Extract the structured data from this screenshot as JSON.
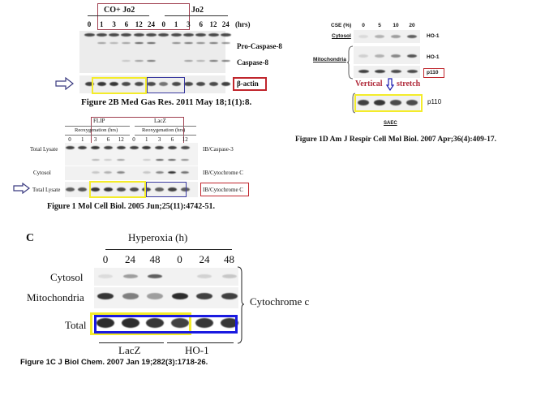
{
  "fig2b": {
    "group1": "CO+ Jo2",
    "group2": "Jo2",
    "times": [
      "0",
      "1",
      "3",
      "6",
      "12",
      "24",
      "0",
      "1",
      "3",
      "6",
      "12",
      "24"
    ],
    "unit": "(hrs)",
    "rows": [
      "Pro-Caspase-8",
      "Caspase-8"
    ],
    "loading": "β-actin",
    "caption": "Figure 2B Med Gas Res. 2011 May 18;1(1):8."
  },
  "fig1mcb": {
    "group1": "FLIP",
    "group2": "LacZ",
    "sub": "Reoxygenation (hrs)",
    "times": [
      "0",
      "1",
      "3",
      "6",
      "12",
      "0",
      "1",
      "3",
      "6",
      "12"
    ],
    "left_rows": [
      "Total Lysate",
      "Cytosol",
      "Total Lysate"
    ],
    "right_rows": [
      "IB/Caspase-3",
      "IB/Cytochrome C",
      "IB/Cytochrome C"
    ],
    "caption": "Figure 1 Mol Cell Biol. 2005 Jun;25(11):4742-51."
  },
  "fig1d": {
    "header": "CSE (%)",
    "doses": [
      "0",
      "5",
      "10",
      "20"
    ],
    "cytosol": "Cytosol",
    "mito": "Mitochondria",
    "rows": [
      "HO-1",
      "HO-1",
      "p110"
    ],
    "annot1": "Vertical",
    "annot2": "stretch",
    "stretched": "p110",
    "cell": "SAEC",
    "caption": "Figure 1D Am J Respir Cell Mol Biol. 2007 Apr;36(4):409-17."
  },
  "fig1c": {
    "panel": "C",
    "title": "Hyperoxia (h)",
    "times": [
      "0",
      "24",
      "48",
      "0",
      "24",
      "48"
    ],
    "rows": [
      "Cytosol",
      "Mitochondria",
      "Total"
    ],
    "target": "Cytochrome c",
    "groups": [
      "LacZ",
      "HO-1"
    ],
    "caption": "Figure 1C J Biol Chem. 2007 Jan 19;282(3):1718-26."
  },
  "colors": {
    "red_box": "#c0262d",
    "maroon_box": "#a04050",
    "yellow_box": "#f4ec2a",
    "blue_box": "#3a3aa0",
    "bright_blue": "#1a1ae0",
    "annot_red": "#b02a3a"
  }
}
